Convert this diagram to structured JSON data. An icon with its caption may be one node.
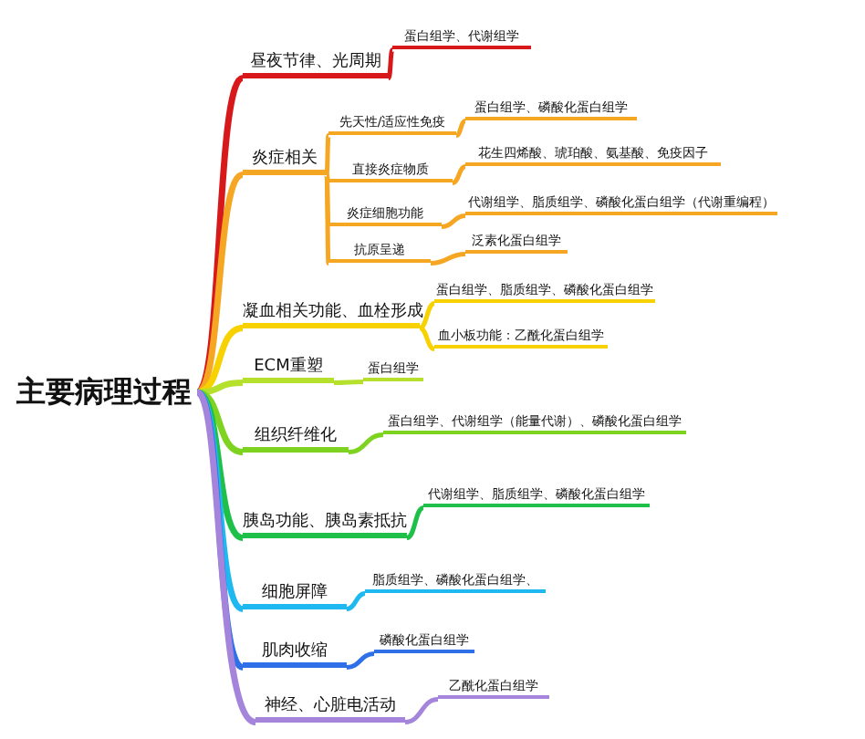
{
  "diagram": {
    "nodes": [
      {
        "text": [
          "主要病理过程"
        ]
      },
      {
        "text": [
          "昼夜节律、光周期"
        ]
      },
      {
        "text": [
          "蛋白组学、代谢组学"
        ]
      },
      {
        "text": [
          "炎症相关"
        ]
      },
      {
        "text": [
          "先天性/适应性免疫"
        ]
      },
      {
        "text": [
          "蛋白组学、磷酸化蛋白组学"
        ]
      },
      {
        "text": [
          "直接炎症物质"
        ]
      },
      {
        "text": [
          "花生四烯酸、琥珀酸、氨基酸、免疫因子"
        ]
      },
      {
        "text": [
          "炎症细胞功能"
        ]
      },
      {
        "text": [
          "代谢组学、脂质组学、磷酸化蛋白组学（代谢重编程）"
        ]
      },
      {
        "text": [
          "抗原呈递"
        ]
      },
      {
        "text": [
          "泛素化蛋白组学"
        ]
      },
      {
        "text": [
          "凝血相关功能、血栓形成"
        ]
      },
      {
        "text": [
          "蛋白组学、脂质组学、磷酸化蛋白组学"
        ]
      },
      {
        "text": [
          "血小板功能：乙酰化蛋白组学"
        ]
      },
      {
        "text": [
          "ECM重塑"
        ]
      },
      {
        "text": [
          "蛋白组学"
        ]
      },
      {
        "text": [
          "组织纤维化"
        ]
      },
      {
        "text": [
          "蛋白组学、代谢组学（能量代谢）、磷酸化蛋白组学"
        ]
      },
      {
        "text": [
          "胰岛功能、胰岛素抵抗"
        ]
      },
      {
        "text": [
          "代谢组学、脂质组学、磷酸化蛋白组学"
        ]
      },
      {
        "text": [
          "细胞屏障"
        ]
      },
      {
        "text": [
          "脂质组学、磷酸化蛋白组学、"
        ]
      },
      {
        "text": [
          "肌肉收缩"
        ]
      },
      {
        "text": [
          "磷酸化蛋白组学"
        ]
      },
      {
        "text": [
          "神经、心脏电活动"
        ]
      },
      {
        "text": [
          "乙酰化蛋白组学"
        ]
      }
    ],
    "edges": [
      {
        "from": 0,
        "to": 1,
        "arrow": "none",
        "color": "#d7191c"
      },
      {
        "from": 1,
        "to": 2,
        "arrow": "none",
        "color": "#d7191c"
      },
      {
        "from": 0,
        "to": 3,
        "arrow": "none",
        "color": "#f5a623"
      },
      {
        "from": 3,
        "to": 4,
        "arrow": "none",
        "color": "#f5a623"
      },
      {
        "from": 4,
        "to": 5,
        "arrow": "none",
        "color": "#f5a623"
      },
      {
        "from": 3,
        "to": 6,
        "arrow": "none",
        "color": "#f5a623"
      },
      {
        "from": 6,
        "to": 7,
        "arrow": "none",
        "color": "#f5a623"
      },
      {
        "from": 3,
        "to": 8,
        "arrow": "none",
        "color": "#f5a623"
      },
      {
        "from": 8,
        "to": 9,
        "arrow": "none",
        "color": "#f5a623"
      },
      {
        "from": 3,
        "to": 10,
        "arrow": "none",
        "color": "#f5a623"
      },
      {
        "from": 10,
        "to": 11,
        "arrow": "none",
        "color": "#f5a623"
      },
      {
        "from": 0,
        "to": 12,
        "arrow": "none",
        "color": "#f8d100"
      },
      {
        "from": 12,
        "to": 13,
        "arrow": "none",
        "color": "#f8d100"
      },
      {
        "from": 12,
        "to": 14,
        "arrow": "none",
        "color": "#f8d100"
      },
      {
        "from": 0,
        "to": 15,
        "arrow": "none",
        "color": "#b5e02c"
      },
      {
        "from": 15,
        "to": 16,
        "arrow": "none",
        "color": "#b5e02c"
      },
      {
        "from": 0,
        "to": 17,
        "arrow": "none",
        "color": "#7ed321"
      },
      {
        "from": 17,
        "to": 18,
        "arrow": "none",
        "color": "#7ed321"
      },
      {
        "from": 0,
        "to": 19,
        "arrow": "none",
        "color": "#1ec04a"
      },
      {
        "from": 19,
        "to": 20,
        "arrow": "none",
        "color": "#1ec04a"
      },
      {
        "from": 0,
        "to": 21,
        "arrow": "none",
        "color": "#1fb8f0"
      },
      {
        "from": 21,
        "to": 22,
        "arrow": "none",
        "color": "#1fb8f0"
      },
      {
        "from": 0,
        "to": 23,
        "arrow": "none",
        "color": "#2f6fe8"
      },
      {
        "from": 23,
        "to": 24,
        "arrow": "none",
        "color": "#2f6fe8"
      },
      {
        "from": 0,
        "to": 25,
        "arrow": "none",
        "color": "#a585dc"
      },
      {
        "from": 25,
        "to": 26,
        "arrow": "none",
        "color": "#a585dc"
      }
    ]
  }
}
